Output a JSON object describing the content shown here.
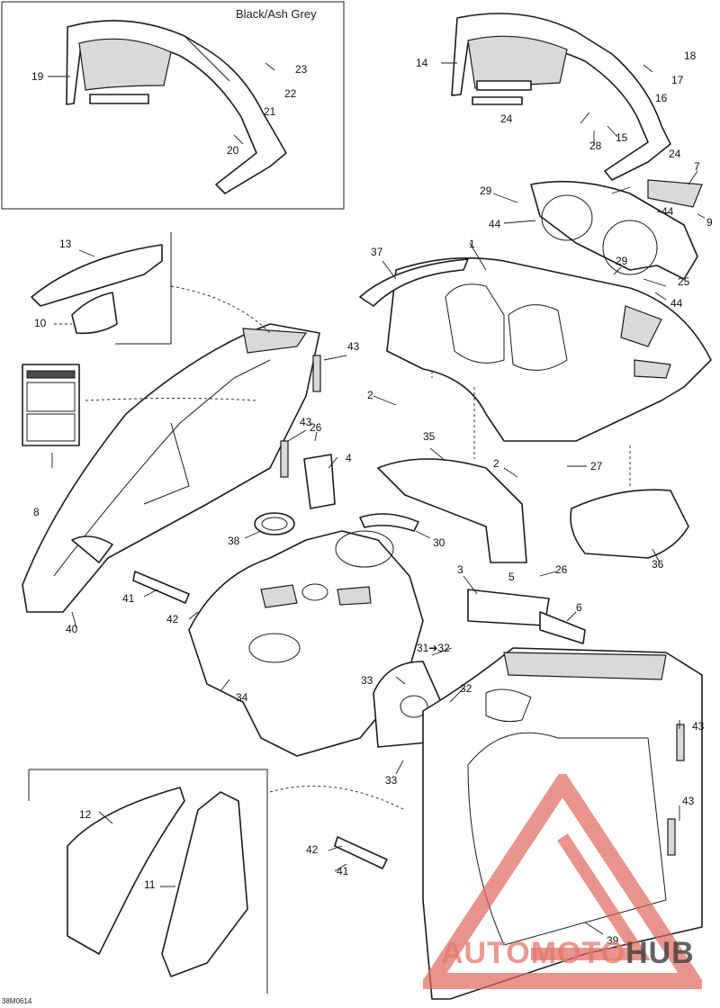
{
  "color_note": "Black/Ash Grey",
  "reference_code": "38M0614",
  "watermark": {
    "part1": "AUTOMOTO",
    "part2": "HUB",
    "accent": "#e0675c"
  },
  "callouts": [
    {
      "id": "c1",
      "label": "1"
    },
    {
      "id": "c2a",
      "label": "2"
    },
    {
      "id": "c2b",
      "label": "2"
    },
    {
      "id": "c3",
      "label": "3"
    },
    {
      "id": "c4",
      "label": "4"
    },
    {
      "id": "c5",
      "label": "5"
    },
    {
      "id": "c6",
      "label": "6"
    },
    {
      "id": "c7",
      "label": "7"
    },
    {
      "id": "c8",
      "label": "8"
    },
    {
      "id": "c9",
      "label": "9"
    },
    {
      "id": "c10",
      "label": "10"
    },
    {
      "id": "c11",
      "label": "11"
    },
    {
      "id": "c12",
      "label": "12"
    },
    {
      "id": "c13",
      "label": "13"
    },
    {
      "id": "c14",
      "label": "14"
    },
    {
      "id": "c15",
      "label": "15"
    },
    {
      "id": "c16",
      "label": "16"
    },
    {
      "id": "c17",
      "label": "17"
    },
    {
      "id": "c18",
      "label": "18"
    },
    {
      "id": "c19",
      "label": "19"
    },
    {
      "id": "c20",
      "label": "20"
    },
    {
      "id": "c21",
      "label": "21"
    },
    {
      "id": "c22",
      "label": "22"
    },
    {
      "id": "c23",
      "label": "23"
    },
    {
      "id": "c24a",
      "label": "24"
    },
    {
      "id": "c24b",
      "label": "24"
    },
    {
      "id": "c25",
      "label": "25"
    },
    {
      "id": "c26a",
      "label": "26"
    },
    {
      "id": "c26b",
      "label": "26"
    },
    {
      "id": "c27",
      "label": "27"
    },
    {
      "id": "c28",
      "label": "28"
    },
    {
      "id": "c29a",
      "label": "29"
    },
    {
      "id": "c29b",
      "label": "29"
    },
    {
      "id": "c30",
      "label": "30"
    },
    {
      "id": "c31",
      "label": "31➔32"
    },
    {
      "id": "c32",
      "label": "32"
    },
    {
      "id": "c33a",
      "label": "33"
    },
    {
      "id": "c33b",
      "label": "33"
    },
    {
      "id": "c34",
      "label": "34"
    },
    {
      "id": "c35",
      "label": "35"
    },
    {
      "id": "c36",
      "label": "36"
    },
    {
      "id": "c37",
      "label": "37"
    },
    {
      "id": "c38",
      "label": "38"
    },
    {
      "id": "c39",
      "label": "39"
    },
    {
      "id": "c40",
      "label": "40"
    },
    {
      "id": "c41a",
      "label": "41"
    },
    {
      "id": "c41b",
      "label": "41"
    },
    {
      "id": "c42a",
      "label": "42"
    },
    {
      "id": "c42b",
      "label": "42"
    },
    {
      "id": "c43a",
      "label": "43"
    },
    {
      "id": "c43b",
      "label": "43"
    },
    {
      "id": "c43c",
      "label": "43"
    },
    {
      "id": "c43d",
      "label": "43"
    },
    {
      "id": "c44a",
      "label": "44"
    },
    {
      "id": "c44b",
      "label": "44"
    },
    {
      "id": "c44c",
      "label": "44"
    }
  ]
}
